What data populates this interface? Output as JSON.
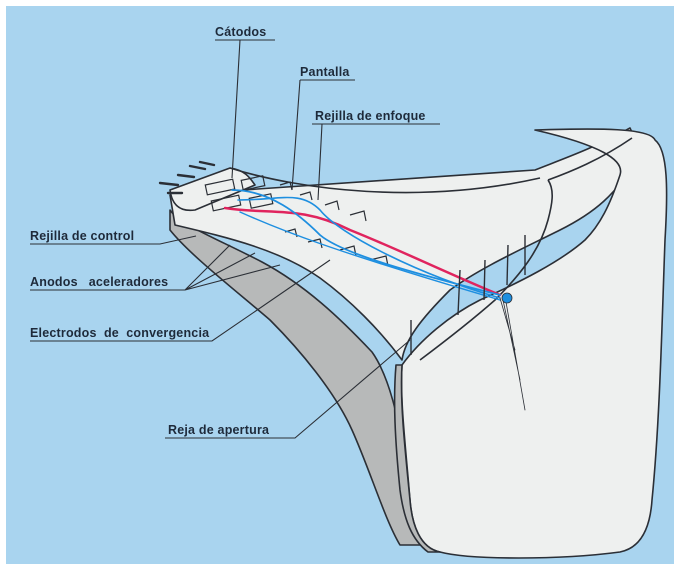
{
  "labels": {
    "catodos": "Cátodos",
    "pantalla": "Pantalla",
    "rejilla_enfoque": "Rejilla de enfoque",
    "rejilla_control": "Rejilla de control",
    "anodos": "Anodos   aceleradores",
    "electrodos": "Electrodos  de  convergencia",
    "reja_apertura": "Reja de apertura"
  },
  "colors": {
    "background": "#a9d4ef",
    "frame": "#ffffff",
    "tube_face": "#eef0ef",
    "tube_shadow": "#b7b9b9",
    "outline": "#2b2f36",
    "beam_red": "#e0245e",
    "beam_blue": "#1e8fe0"
  }
}
